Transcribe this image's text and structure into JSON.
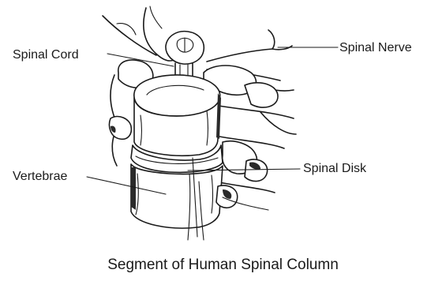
{
  "labels": {
    "spinal_cord": "Spinal Cord",
    "spinal_nerve": "Spinal Nerve",
    "vertebrae": "Vertebrae",
    "spinal_disk": "Spinal Disk"
  },
  "caption": "Segment of Human Spinal Column",
  "colors": {
    "ink": "#1a1a1a",
    "background": "#ffffff"
  }
}
